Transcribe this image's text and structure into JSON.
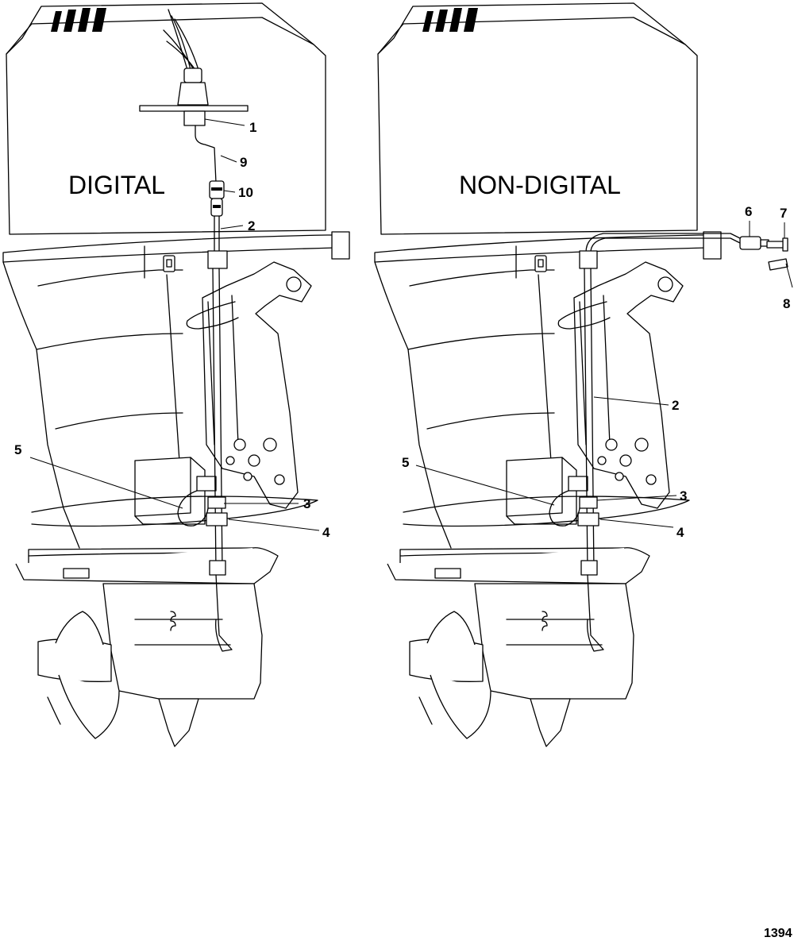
{
  "diagram": {
    "left_title": "DIGITAL",
    "right_title": "NON-DIGITAL",
    "figure_number": "1394",
    "left_callouts": [
      "1",
      "9",
      "10",
      "2",
      "5",
      "3",
      "4"
    ],
    "right_callouts": [
      "6",
      "7",
      "8",
      "2",
      "5",
      "3",
      "4"
    ]
  }
}
